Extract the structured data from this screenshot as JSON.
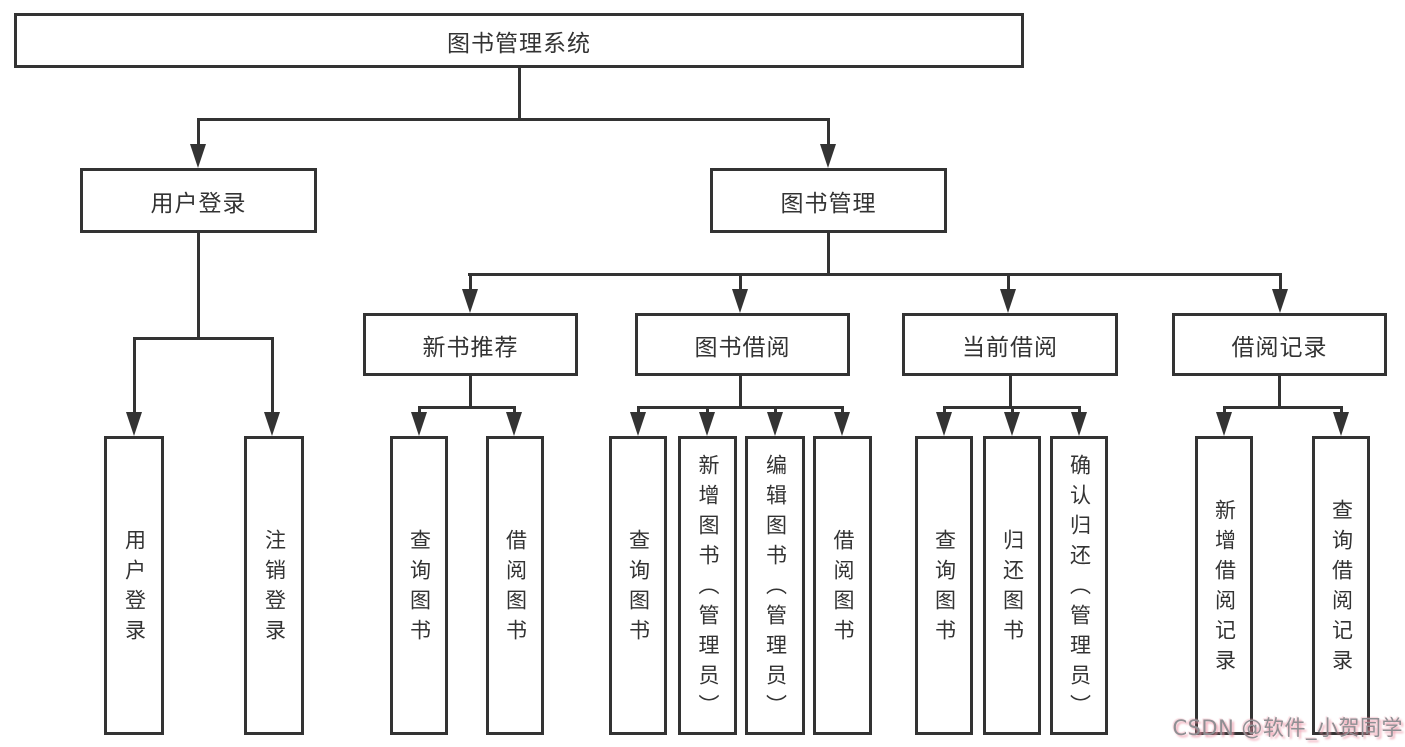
{
  "diagram": {
    "root_label": "图书管理系统",
    "branches": [
      {
        "label": "用户登录",
        "children": [
          {
            "label": "用户登录"
          },
          {
            "label": "注销登录"
          }
        ]
      },
      {
        "label": "图书管理",
        "groups": [
          {
            "label": "新书推荐",
            "children": [
              {
                "label": "查询图书"
              },
              {
                "label": "借阅图书"
              }
            ]
          },
          {
            "label": "图书借阅",
            "children": [
              {
                "label": "查询图书"
              },
              {
                "label": "新增图书（管理员）"
              },
              {
                "label": "编辑图书（管理员）"
              },
              {
                "label": "借阅图书"
              }
            ]
          },
          {
            "label": "当前借阅",
            "children": [
              {
                "label": "查询图书"
              },
              {
                "label": "归还图书"
              },
              {
                "label": "确认归还（管理员）"
              }
            ]
          },
          {
            "label": "借阅记录",
            "children": [
              {
                "label": "新增借阅记录"
              },
              {
                "label": "查询借阅记录"
              }
            ]
          }
        ]
      }
    ]
  },
  "watermark": {
    "text": "CSDN @软件_小贺同学"
  },
  "colors": {
    "line": "#333333",
    "box_border": "#333333",
    "text": "#333333",
    "background": "#ffffff",
    "watermark_text": "#8f8f93",
    "watermark_glow": "#ec96a8"
  }
}
